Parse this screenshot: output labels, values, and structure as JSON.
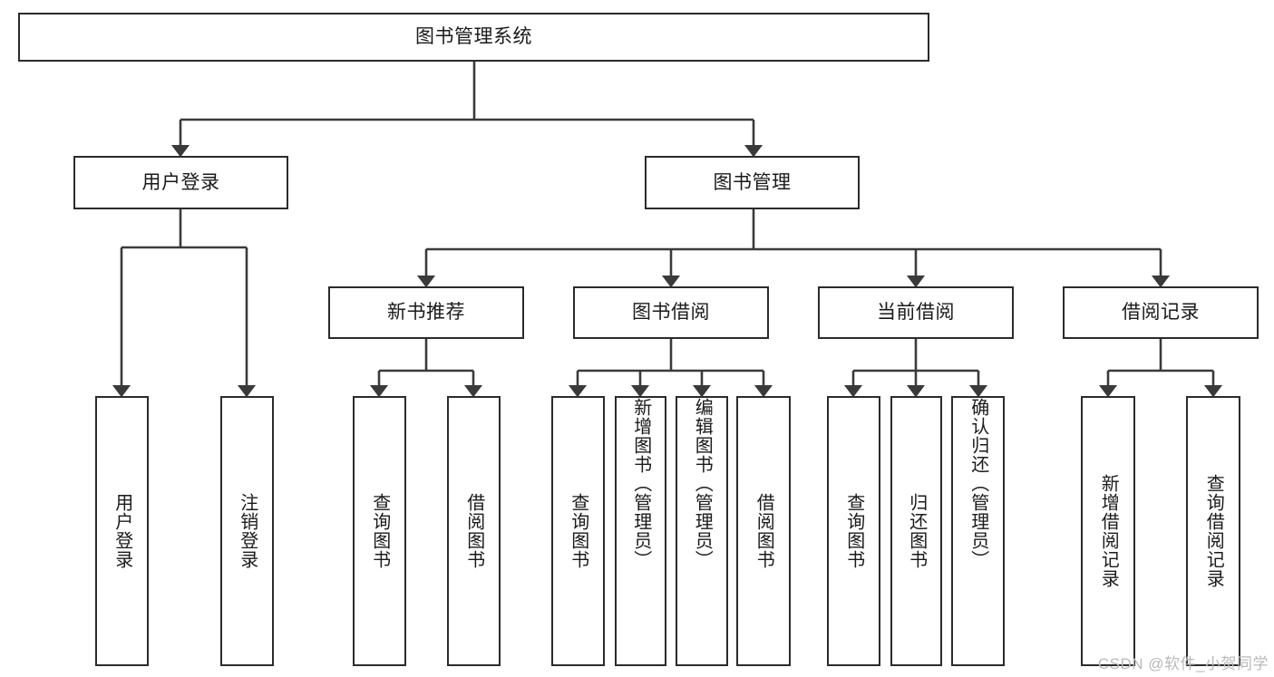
{
  "diagram": {
    "type": "tree-hierarchy",
    "title": "图书管理系统",
    "watermark": "CSDN @软件_小贺同学",
    "colors": {
      "box_border": "#2b2b2b",
      "box_fill": "#ffffff",
      "line": "#3a3a3a",
      "text": "#1a1a1a",
      "watermark": "#b9b9b9"
    },
    "levels": {
      "root": {
        "label": "图书管理系统"
      },
      "level2": [
        {
          "id": "user-login",
          "label": "用户登录"
        },
        {
          "id": "book-manage",
          "label": "图书管理"
        }
      ],
      "level3": [
        {
          "id": "new-book-rec",
          "label": "新书推荐"
        },
        {
          "id": "book-borrow",
          "label": "图书借阅"
        },
        {
          "id": "current-borrow",
          "label": "当前借阅"
        },
        {
          "id": "borrow-record",
          "label": "借阅记录"
        }
      ],
      "leaves": [
        {
          "id": "leaf-user-login",
          "label": "用户登录",
          "parent": "user-login"
        },
        {
          "id": "leaf-user-logout",
          "label": "注销登录",
          "parent": "user-login"
        },
        {
          "id": "leaf-query-book-1",
          "label": "查询图书",
          "parent": "new-book-rec"
        },
        {
          "id": "leaf-borrow-book-1",
          "label": "借阅图书",
          "parent": "new-book-rec"
        },
        {
          "id": "leaf-query-book-2",
          "label": "查询图书",
          "parent": "book-borrow"
        },
        {
          "id": "leaf-add-book",
          "label": "新增图书（管理员）",
          "parent": "book-borrow"
        },
        {
          "id": "leaf-edit-book",
          "label": "编辑图书（管理员）",
          "parent": "book-borrow"
        },
        {
          "id": "leaf-borrow-book-2",
          "label": "借阅图书",
          "parent": "book-borrow"
        },
        {
          "id": "leaf-query-book-3",
          "label": "查询图书",
          "parent": "current-borrow"
        },
        {
          "id": "leaf-return-book",
          "label": "归还图书",
          "parent": "current-borrow"
        },
        {
          "id": "leaf-confirm-return",
          "label": "确认归还（管理员）",
          "parent": "current-borrow"
        },
        {
          "id": "leaf-add-record",
          "label": "新增借阅记录",
          "parent": "borrow-record"
        },
        {
          "id": "leaf-query-record",
          "label": "查询借阅记录",
          "parent": "borrow-record"
        }
      ]
    }
  }
}
